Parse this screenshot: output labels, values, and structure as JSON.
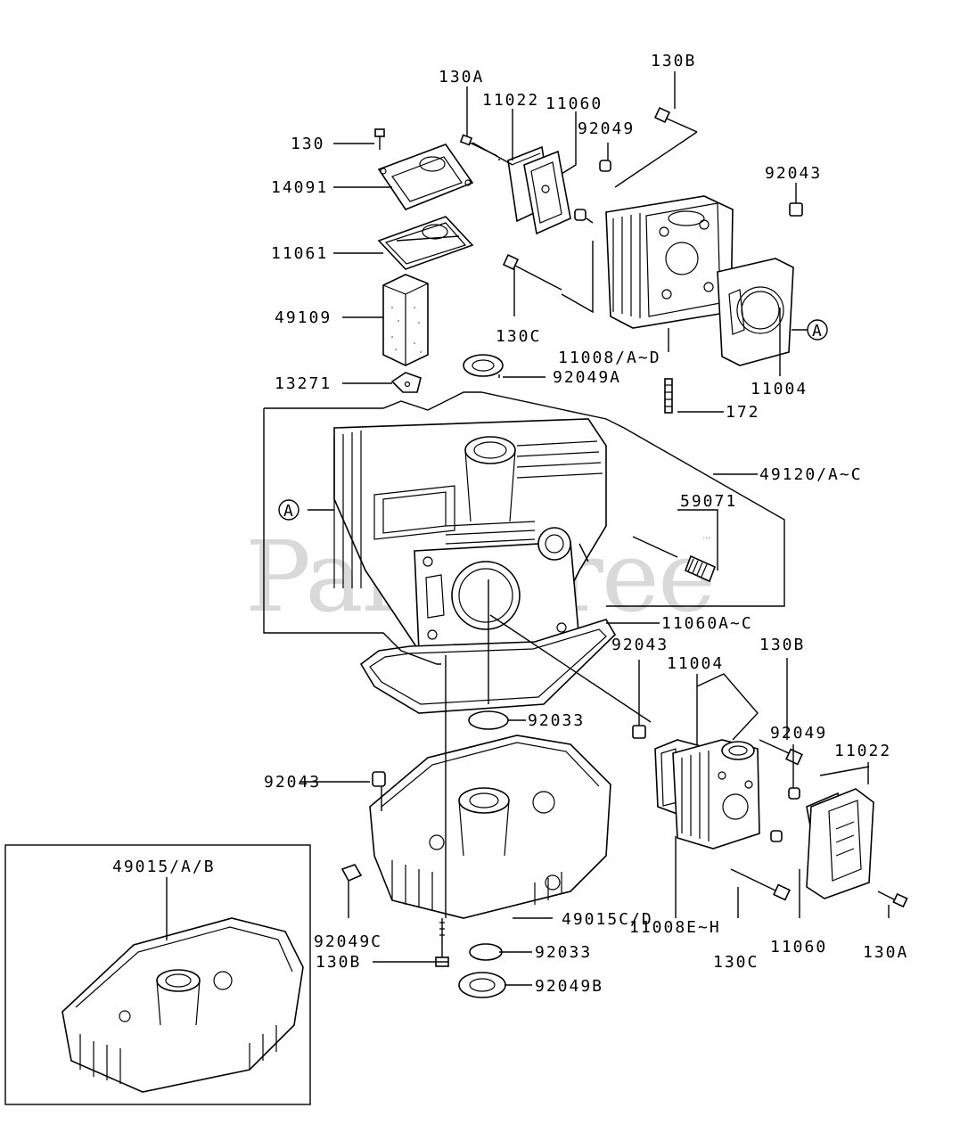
{
  "watermark": {
    "text": "PartsTree",
    "trademark": "™"
  },
  "labels": {
    "l130A_top": "130A",
    "l130B_top": "130B",
    "l11022_top": "11022",
    "l11060_top": "11060",
    "l92049_top": "92049",
    "l130_top": "130",
    "l14091": "14091",
    "l92043_top": "92043",
    "l11061": "11061",
    "l49109": "49109",
    "l130C_top": "130C",
    "l11008AD": "11008/A~D",
    "l92049A": "92049A",
    "l11004_top": "11004",
    "l13271": "13271",
    "l172": "172",
    "l49120": "49120/A~C",
    "lA_left": "A",
    "lA_right": "A",
    "l59071": "59071",
    "l11060AC": "11060A~C",
    "l92043_mid": "92043",
    "l130B_mid": "130B",
    "l11004_mid": "11004",
    "l92033_top": "92033",
    "l92049_mid": "92049",
    "l11022_mid": "11022",
    "l92043_left": "92043",
    "l49015AB": "49015/A/B",
    "l11008EH": "11008E~H",
    "l49015CD": "49015C/D",
    "l92049C": "92049C",
    "l130B_bot": "130B",
    "l92033_bot": "92033",
    "l130C_bot": "130C",
    "l11060_bot": "11060",
    "l130A_bot": "130A",
    "l92049B": "92049B"
  }
}
